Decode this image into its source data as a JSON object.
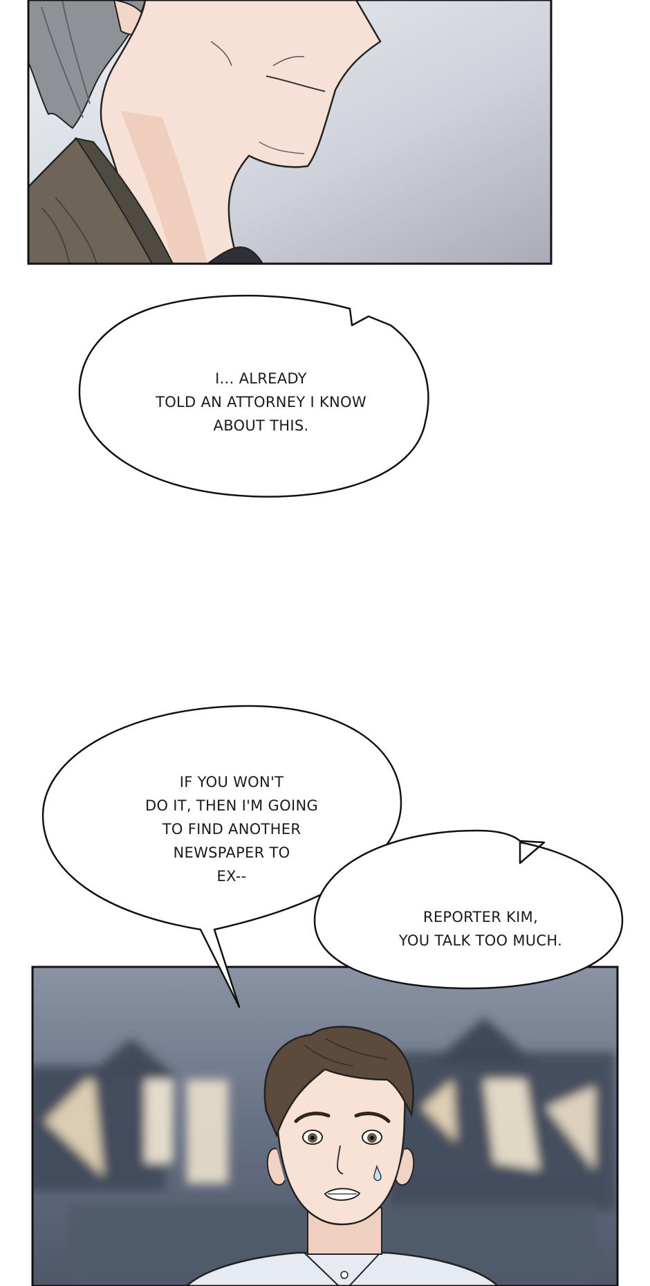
{
  "bubbles": [
    {
      "id": "bubble-1",
      "lines": [
        "I... ALREADY",
        "TOLD AN ATTORNEY I KNOW",
        "ABOUT THIS."
      ]
    },
    {
      "id": "bubble-2",
      "lines": [
        "IF YOU WON'T",
        "DO IT, THEN I'M GOING",
        "TO FIND ANOTHER",
        "NEWSPAPER TO",
        "EX--"
      ]
    },
    {
      "id": "bubble-3",
      "lines": [
        "REPORTER KIM,",
        "YOU TALK TOO MUCH."
      ]
    }
  ],
  "colors": {
    "page_background": "#ffffff",
    "panel_border": "#111111",
    "panel1_background": "#c7cad3",
    "panel2_background": "#5f6879",
    "skin": "#f6ddd0",
    "hair_gray": "#8a8f93",
    "hair_brown": "#5c4a3c",
    "jacket": "#6e6558",
    "shirt": "#e8ecf5"
  }
}
